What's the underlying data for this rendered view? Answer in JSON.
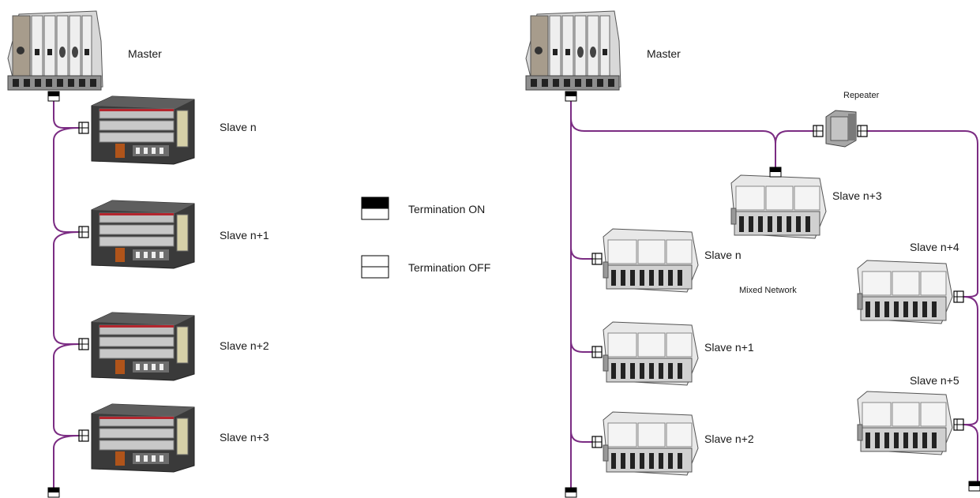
{
  "left_network": {
    "master_label": "Master",
    "slaves": [
      "Slave n",
      "Slave n+1",
      "Slave n+2",
      "Slave n+3"
    ]
  },
  "legend": {
    "termination_on": "Termination ON",
    "termination_off": "Termination OFF"
  },
  "right_network": {
    "master_label": "Master",
    "repeater_label": "Repeater",
    "network_label": "Mixed Network",
    "slaves": [
      "Slave n",
      "Slave n+1",
      "Slave n+2",
      "Slave n+3",
      "Slave n+4",
      "Slave n+5"
    ]
  },
  "colors": {
    "bus_cable": "#7b2c83",
    "termination_on": "#000000",
    "termination_off": "#ffffff"
  }
}
